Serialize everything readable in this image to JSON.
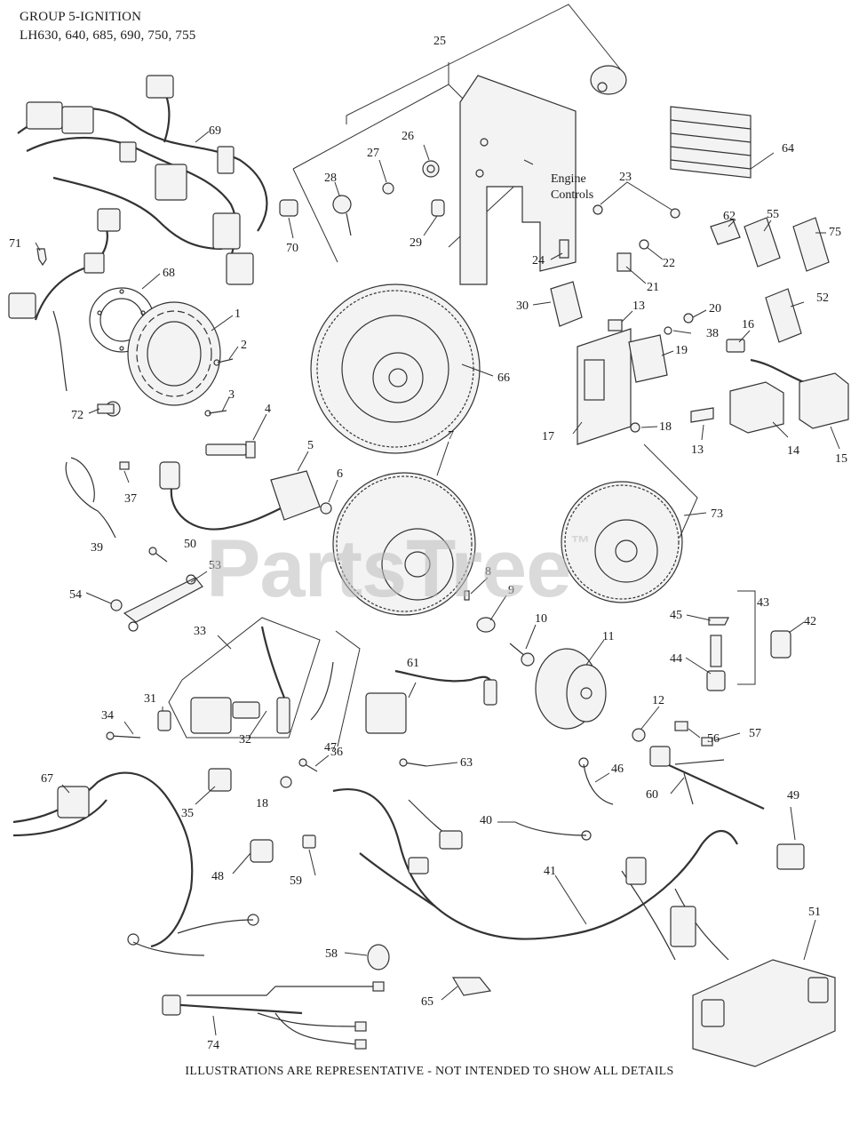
{
  "header": {
    "group": "GROUP 5-IGNITION",
    "models": "LH630, 640, 685, 690, 750, 755"
  },
  "footer": "ILLUSTRATIONS ARE REPRESENTATIVE - NOT INTENDED TO SHOW ALL DETAILS",
  "watermark": "PartsTree",
  "watermark_mark": "™",
  "callouts": {
    "engine_controls": "Engine\nControls",
    "engine_controls_1": "Engine",
    "engine_controls_2": "Controls"
  },
  "labels": [
    "1",
    "2",
    "3",
    "4",
    "5",
    "6",
    "7",
    "8",
    "9",
    "10",
    "11",
    "12",
    "13",
    "13b",
    "14",
    "15",
    "16",
    "17",
    "18a",
    "18b",
    "19",
    "20",
    "21",
    "22",
    "23",
    "24",
    "25",
    "26",
    "27",
    "28",
    "29",
    "30",
    "31",
    "32",
    "33",
    "34",
    "35",
    "36",
    "37",
    "38",
    "39",
    "40",
    "41",
    "42",
    "43",
    "44",
    "45",
    "46",
    "47",
    "48",
    "49",
    "50",
    "51",
    "52",
    "53",
    "54",
    "55",
    "56",
    "57",
    "58",
    "59",
    "60",
    "61",
    "62",
    "63",
    "64",
    "65",
    "66",
    "67",
    "68",
    "69",
    "70",
    "71",
    "72",
    "73",
    "74",
    "75"
  ],
  "label_text": {
    "1": "1",
    "2": "2",
    "3": "3",
    "4": "4",
    "5": "5",
    "6": "6",
    "7": "7",
    "8": "8",
    "9": "9",
    "10": "10",
    "11": "11",
    "12": "12",
    "13": "13",
    "13b": "13",
    "14": "14",
    "15": "15",
    "16": "16",
    "17": "17",
    "18a": "18",
    "18b": "18",
    "19": "19",
    "20": "20",
    "21": "21",
    "22": "22",
    "23": "23",
    "24": "24",
    "25": "25",
    "26": "26",
    "27": "27",
    "28": "28",
    "29": "29",
    "30": "30",
    "31": "31",
    "32": "32",
    "33": "33",
    "34": "34",
    "35": "35",
    "36": "36",
    "37": "37",
    "38": "38",
    "39": "39",
    "40": "40",
    "41": "41",
    "42": "42",
    "43": "43",
    "44": "44",
    "45": "45",
    "46": "46",
    "47": "47",
    "48": "48",
    "49": "49",
    "50": "50",
    "51": "51",
    "52": "52",
    "53": "53",
    "54": "54",
    "55": "55",
    "56": "56",
    "57": "57",
    "58": "58",
    "59": "59",
    "60": "60",
    "61": "61",
    "62": "62",
    "63": "63",
    "64": "64",
    "65": "65",
    "66": "66",
    "67": "67",
    "68": "68",
    "69": "69",
    "70": "70",
    "71": "71",
    "72": "72",
    "73": "73",
    "74": "74",
    "75": "75"
  },
  "colors": {
    "line": "#333333",
    "watermark": "#bdbdbd",
    "background": "#ffffff"
  }
}
